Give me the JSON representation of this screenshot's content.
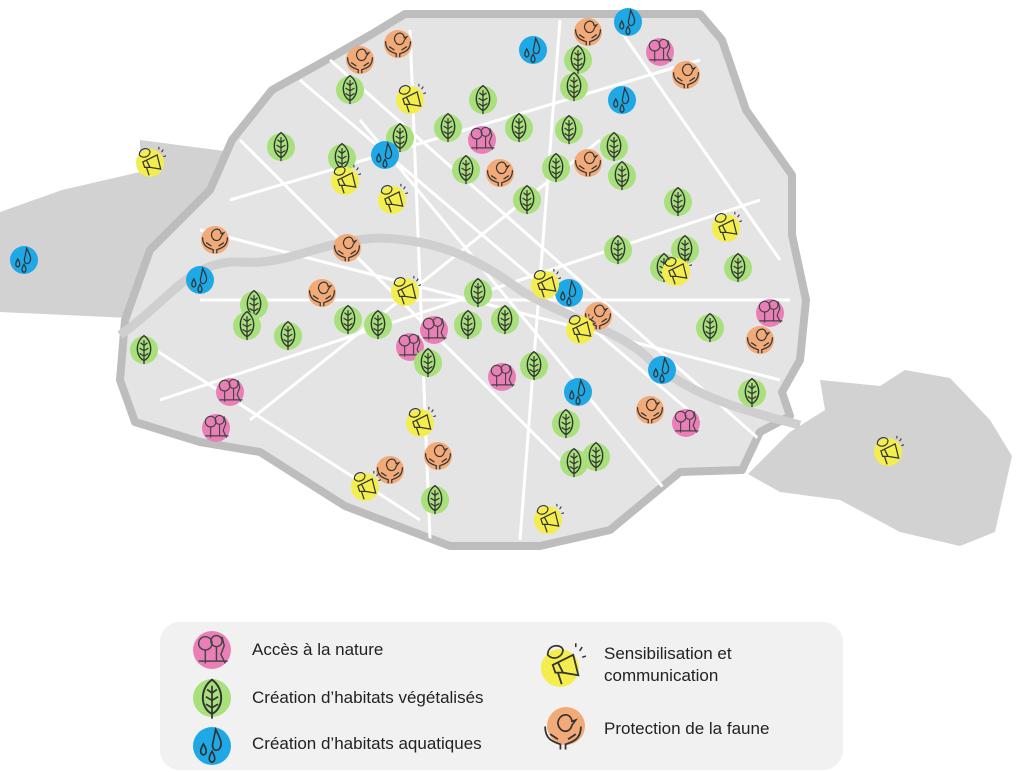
{
  "categories": {
    "access": {
      "label": "Accès à la nature",
      "color": "#ea7fb8",
      "icon": "people-nature-icon"
    },
    "green": {
      "label": "Création d’habitats végétalisés",
      "color": "#a8e07c",
      "icon": "leaf-icon"
    },
    "water": {
      "label": "Création d’habitats aquatiques",
      "color": "#1ea8e6",
      "icon": "water-drops-icon"
    },
    "aware": {
      "label": "Sensibilisation et communication",
      "label_line1": "Sensibilisation et",
      "label_line2": "communication",
      "color": "#f3ee4e",
      "icon": "megaphone-leaf-icon"
    },
    "fauna": {
      "label": "Protection de la faune",
      "color": "#f2aa79",
      "icon": "bird-hands-icon"
    }
  },
  "map": {
    "land_color": "#e4e4e4",
    "border_color": "#bdbdbd",
    "road_color": "#ffffff",
    "river_color": "#cfcfcf"
  }
}
